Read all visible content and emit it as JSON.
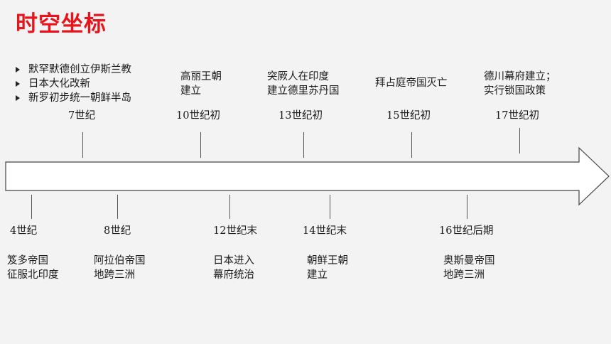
{
  "title": "时空坐标",
  "top_events": [
    {
      "date": "7世纪",
      "lines": [
        "默罕默德创立伊斯兰教",
        "日本大化改新",
        "新罗初步统一朝鲜半岛"
      ]
    },
    {
      "date": "10世纪初",
      "lines": [
        "高丽王朝",
        "建立"
      ]
    },
    {
      "date": "13世纪初",
      "lines": [
        "突厥人在印度",
        "建立德里苏丹国"
      ]
    },
    {
      "date": "15世纪初",
      "lines": [
        "拜占庭帝国灭亡"
      ]
    },
    {
      "date": "17世纪初",
      "lines": [
        "德川幕府建立；",
        "实行锁国政策"
      ]
    }
  ],
  "bottom_events": [
    {
      "date": "4世纪",
      "lines": [
        "笈多帝国",
        "征服北印度"
      ]
    },
    {
      "date": "8世纪",
      "lines": [
        "阿拉伯帝国",
        "地跨三洲"
      ]
    },
    {
      "date": "12世纪末",
      "lines": [
        "日本进入",
        "幕府统治"
      ]
    },
    {
      "date": "14世纪末",
      "lines": [
        "朝鲜王朝",
        "建立"
      ]
    },
    {
      "date": "16世纪后期",
      "lines": [
        "奥斯曼帝国",
        "地跨三洲"
      ]
    }
  ]
}
